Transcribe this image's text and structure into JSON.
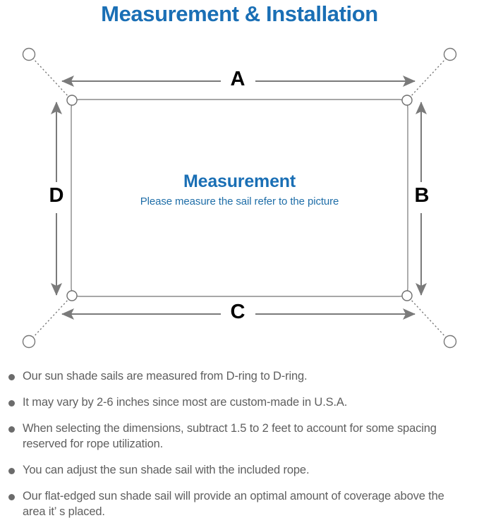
{
  "title": "Measurement & Installation",
  "diagram": {
    "center_heading": "Measurement",
    "center_subtext": "Please measure the sail refer to the picture",
    "dimension_labels": {
      "top": "A",
      "right": "B",
      "bottom": "C",
      "left": "D"
    },
    "elements": {
      "sail_name": "shade-sail-rectangle",
      "d_ring_name": "d-ring",
      "anchor_point_name": "anchor-point",
      "rope_name": "rope-dotted-line"
    },
    "colors": {
      "heading_blue": "#1a6fb5",
      "subtext_blue": "#1f6ea8",
      "line_gray": "#7a7a7a",
      "sail_outline": "#8a8a8a",
      "label_black": "#000000",
      "note_gray": "#5f5f5f",
      "bullet_gray": "#6b6b6b"
    }
  },
  "notes": [
    "Our sun shade sails are measured from D-ring to D-ring.",
    "It may vary by 2-6 inches since most are custom-made in U.S.A.",
    "When selecting the dimensions, subtract 1.5 to 2 feet to account for some spacing reserved for rope utilization.",
    "You can adjust the sun shade sail with the included rope.",
    "Our flat-edged sun shade sail will provide an optimal amount of coverage above the area it’ s placed."
  ]
}
